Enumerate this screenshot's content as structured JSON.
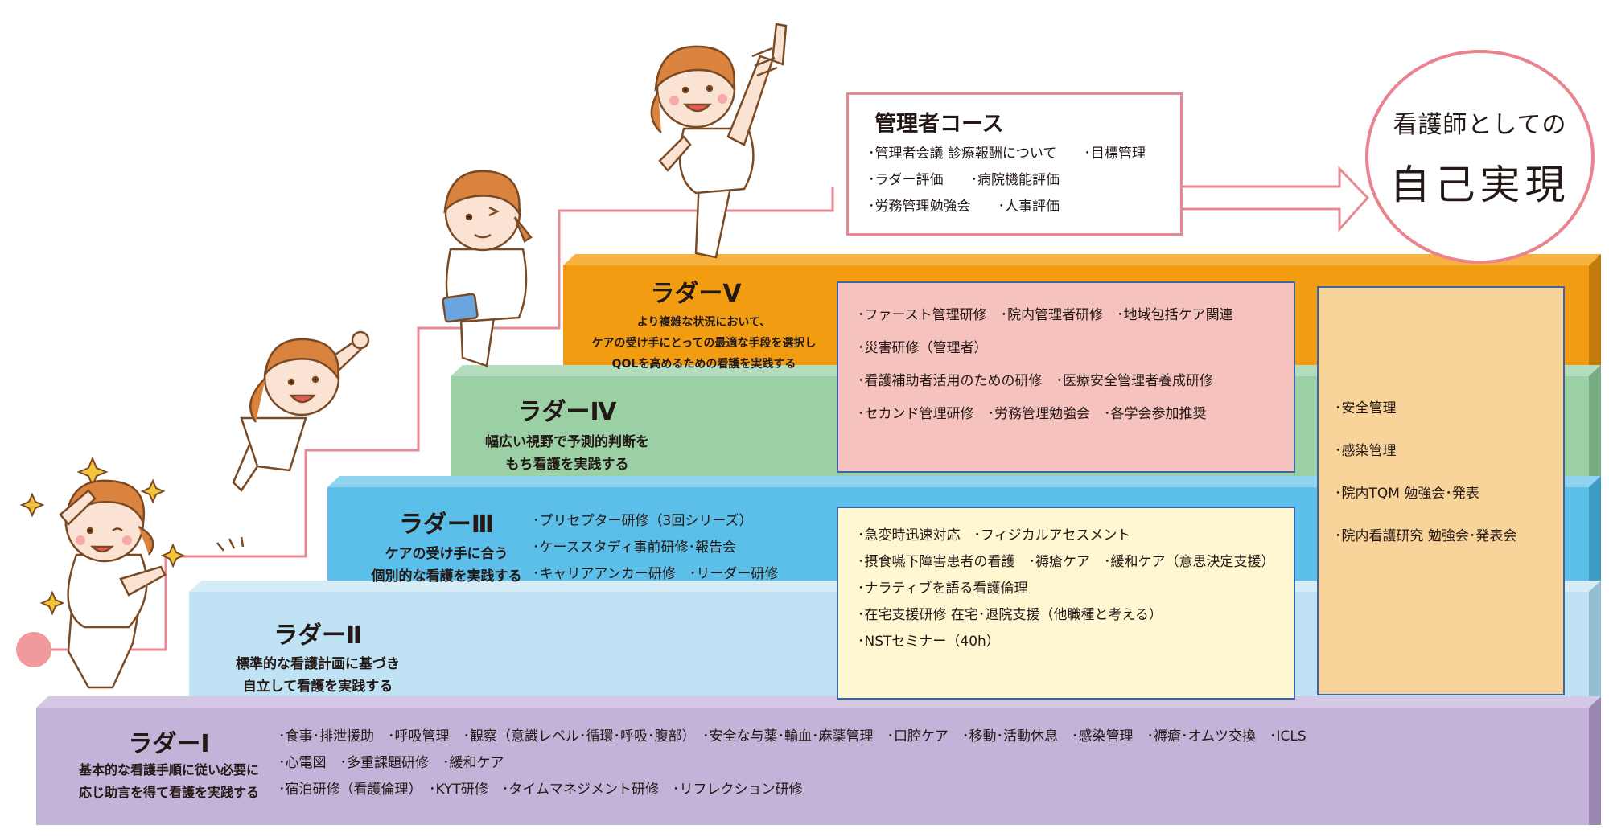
{
  "colors": {
    "ladder1": "#c4b3d9",
    "ladder2": "#bfe2f4",
    "ladder3": "#5bbfe9",
    "ladder4": "#9ad0a4",
    "ladder5": "#f29c12",
    "pink_box": "#f6c2bd",
    "yellow_box": "#fef8d2",
    "orange_box": "#f8d39a",
    "pink_line": "#e58a93",
    "box_border": "#3a66a8"
  },
  "ladder1": {
    "name": "ラダーⅠ",
    "desc": [
      "基本的な看護手順に従い必要に",
      "応じ助言を得て看護を実践する"
    ],
    "items": [
      "･食事･排泄援助　･呼吸管理　･観察（意識レベル･循環･呼吸･腹部）　･安全な与薬･輸血･麻薬管理　･口腔ケア　･移動･活動休息　･感染管理　･褥瘡･オムツ交換　･ICLS",
      "･心電図　･多重課題研修　･緩和ケア",
      "･宿泊研修（看護倫理）　･KYT研修　･タイムマネジメント研修　･リフレクション研修"
    ]
  },
  "ladder2": {
    "name": "ラダーⅡ",
    "desc": [
      "標準的な看護計画に基づき",
      "自立して看護を実践する"
    ]
  },
  "ladder3": {
    "name": "ラダーⅢ",
    "desc": [
      "ケアの受け手に合う",
      "個別的な看護を実践する"
    ],
    "items": [
      "･プリセプター研修（3回シリーズ）",
      "･ケーススタディ事前研修･報告会",
      "･キャリアアンカー研修　･リーダー研修"
    ]
  },
  "ladder4": {
    "name": "ラダーⅣ",
    "desc": [
      "幅広い視野で予測的判断を",
      "もち看護を実践する"
    ]
  },
  "ladder5": {
    "name": "ラダーⅤ",
    "desc": [
      "より複雑な状況において、",
      "ケアの受け手にとっての最適な手段を選択し",
      "QOLを高めるための看護を実践する"
    ]
  },
  "box_pink": {
    "items": [
      "･ファースト管理研修　･院内管理者研修　･地域包括ケア関連",
      "･災害研修（管理者）",
      "･看護補助者活用のための研修　･医療安全管理者養成研修",
      "･セカンド管理研修　･労務管理勉強会　･各学会参加推奨"
    ]
  },
  "box_yellow": {
    "items": [
      "･急変時迅速対応　･フィジカルアセスメント",
      "･摂食嚥下障害患者の看護　･褥瘡ケア　･緩和ケア（意思決定支援）",
      "･ナラティブを語る看護倫理",
      "･在宅支援研修 在宅･退院支援（他職種と考える）",
      "･NSTセミナー（40h）"
    ]
  },
  "box_orange": {
    "items": [
      "･安全管理",
      "･感染管理",
      "･院内TQM 勉強会･発表",
      "･院内看護研究 勉強会･発表会"
    ]
  },
  "manager": {
    "title": "管理者コース",
    "items": [
      "･管理者会議 診療報酬について　　･目標管理",
      "･ラダー評価　　･病院機能評価",
      "･労務管理勉強会　　･人事評価"
    ]
  },
  "goal": {
    "line1": "看護師としての",
    "line2": "自己実現"
  }
}
